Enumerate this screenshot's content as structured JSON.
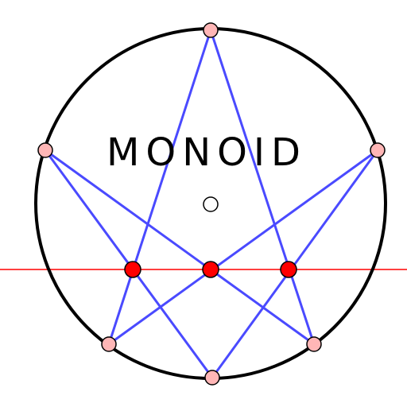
{
  "title": "MONOID",
  "colors": {
    "background": "#ffffff",
    "circle_stroke": "#000000",
    "star_lines": "#4a4aff",
    "horizontal_line": "#ff0000",
    "vertex_fill": "#ffb6b6",
    "vertex_stroke": "#000000",
    "intersection_fill": "#ff0000",
    "intersection_stroke": "#000000",
    "center_fill": "#ffffff"
  },
  "points": {
    "top": "vertex",
    "upper_left": "vertex",
    "upper_right": "vertex",
    "lower_left": "vertex",
    "lower_right": "vertex",
    "bottom": "vertex",
    "intersection_left": "intersection",
    "intersection_middle": "intersection",
    "intersection_right": "intersection",
    "center": "center"
  }
}
